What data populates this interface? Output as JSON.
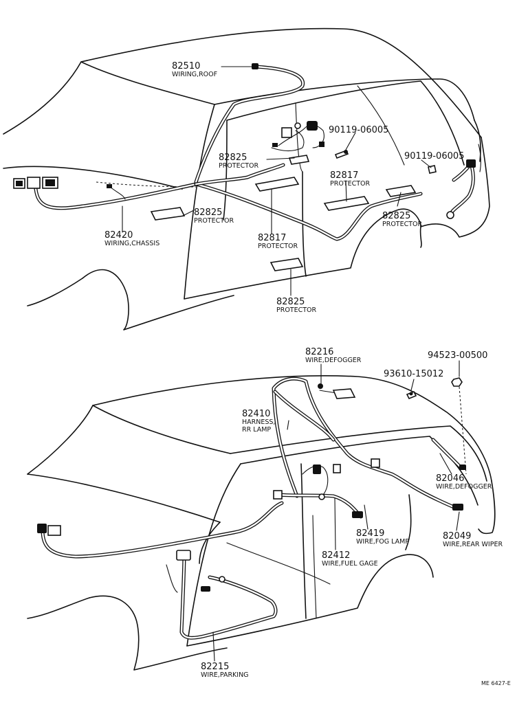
{
  "top_figure": {
    "callouts": [
      {
        "id": "wiring-roof",
        "number": "82510",
        "name": "WIRING,ROOF"
      },
      {
        "id": "bolt-a",
        "number": "90119-06005",
        "name": ""
      },
      {
        "id": "protector-a",
        "number": "82825",
        "name": "PROTECTOR"
      },
      {
        "id": "bolt-b",
        "number": "90119-06005",
        "name": ""
      },
      {
        "id": "protector-b",
        "number": "82817",
        "name": "PROTECTOR"
      },
      {
        "id": "protector-c",
        "number": "82825",
        "name": "PROTECTOR"
      },
      {
        "id": "wiring-chassis",
        "number": "82420",
        "name": "WIRING,CHASSIS"
      },
      {
        "id": "protector-d",
        "number": "82825",
        "name": "PROTECTOR"
      },
      {
        "id": "protector-e",
        "number": "82817",
        "name": "PROTECTOR"
      },
      {
        "id": "protector-f",
        "number": "82825",
        "name": "PROTECTOR"
      }
    ]
  },
  "bottom_figure": {
    "callouts": [
      {
        "id": "wire-defogger-a",
        "number": "82216",
        "name": "WIRE,DEFOGGER"
      },
      {
        "id": "nut",
        "number": "94523-00500",
        "name": ""
      },
      {
        "id": "clip",
        "number": "93610-15012",
        "name": ""
      },
      {
        "id": "harness-rr-lamp",
        "number": "82410",
        "name": "HARNESS,",
        "name2": "RR LAMP"
      },
      {
        "id": "wire-defogger-b",
        "number": "82046",
        "name": "WIRE,DEFOGGER"
      },
      {
        "id": "wire-fog-lamp",
        "number": "82419",
        "name": "WIRE,FOG LAMP"
      },
      {
        "id": "wire-fuel-gage",
        "number": "82412",
        "name": "WIRE,FUEL GAGE"
      },
      {
        "id": "wire-rear-wiper",
        "number": "82049",
        "name": "WIRE,REAR WIPER"
      },
      {
        "id": "wire-parking",
        "number": "82215",
        "name": "WIRE,PARKING"
      }
    ]
  },
  "footer": {
    "code": "ME 6427-E"
  },
  "colors": {
    "line": "#111111",
    "background": "#ffffff"
  }
}
